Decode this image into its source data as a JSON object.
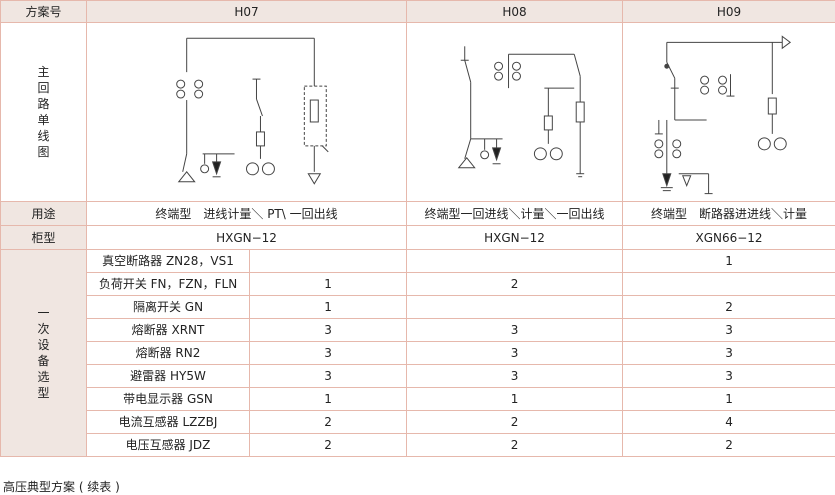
{
  "header": {
    "label": "方案号",
    "schemes": [
      "H07",
      "H08",
      "H09"
    ]
  },
  "diagram_row": {
    "label_chars": [
      "主",
      "回",
      "路",
      "单",
      "线",
      "图"
    ]
  },
  "usage": {
    "label": "用途",
    "values": [
      "终端型　进线计量＼ PT\\ 一回出线",
      "终端型一回进线＼计量＼一回出线",
      "终端型　断路器进进线＼计量"
    ]
  },
  "cabinet": {
    "label": "柜型",
    "values": [
      "HXGN−12",
      "HXGN−12",
      "XGN66−12"
    ]
  },
  "equipment": {
    "label_chars": [
      "一",
      "次",
      "设",
      "备",
      "选",
      "型"
    ],
    "rows": [
      {
        "name": "真空断路器 ZN28，VS1",
        "h07": "",
        "h08": "",
        "h09": "1"
      },
      {
        "name": "负荷开关 FN，FZN，FLN",
        "h07": "1",
        "h08": "2",
        "h09": ""
      },
      {
        "name": "隔离开关 GN",
        "h07": "1",
        "h08": "",
        "h09": "2"
      },
      {
        "name": "熔断器 XRNT",
        "h07": "3",
        "h08": "3",
        "h09": "3"
      },
      {
        "name": "熔断器 RN2",
        "h07": "3",
        "h08": "3",
        "h09": "3"
      },
      {
        "name": "避雷器 HY5W",
        "h07": "3",
        "h08": "3",
        "h09": "3"
      },
      {
        "name": "带电显示器 GSN",
        "h07": "1",
        "h08": "1",
        "h09": "1"
      },
      {
        "name": "电流互感器 LZZBJ",
        "h07": "2",
        "h08": "2",
        "h09": "4"
      },
      {
        "name": "电压互感器 JDZ",
        "h07": "2",
        "h08": "2",
        "h09": "2"
      }
    ]
  },
  "caption": "高压典型方案 ( 续表 )",
  "colors": {
    "border": "#e6b8ac",
    "header_bg": "#f0e6e1",
    "line": "#444444"
  }
}
